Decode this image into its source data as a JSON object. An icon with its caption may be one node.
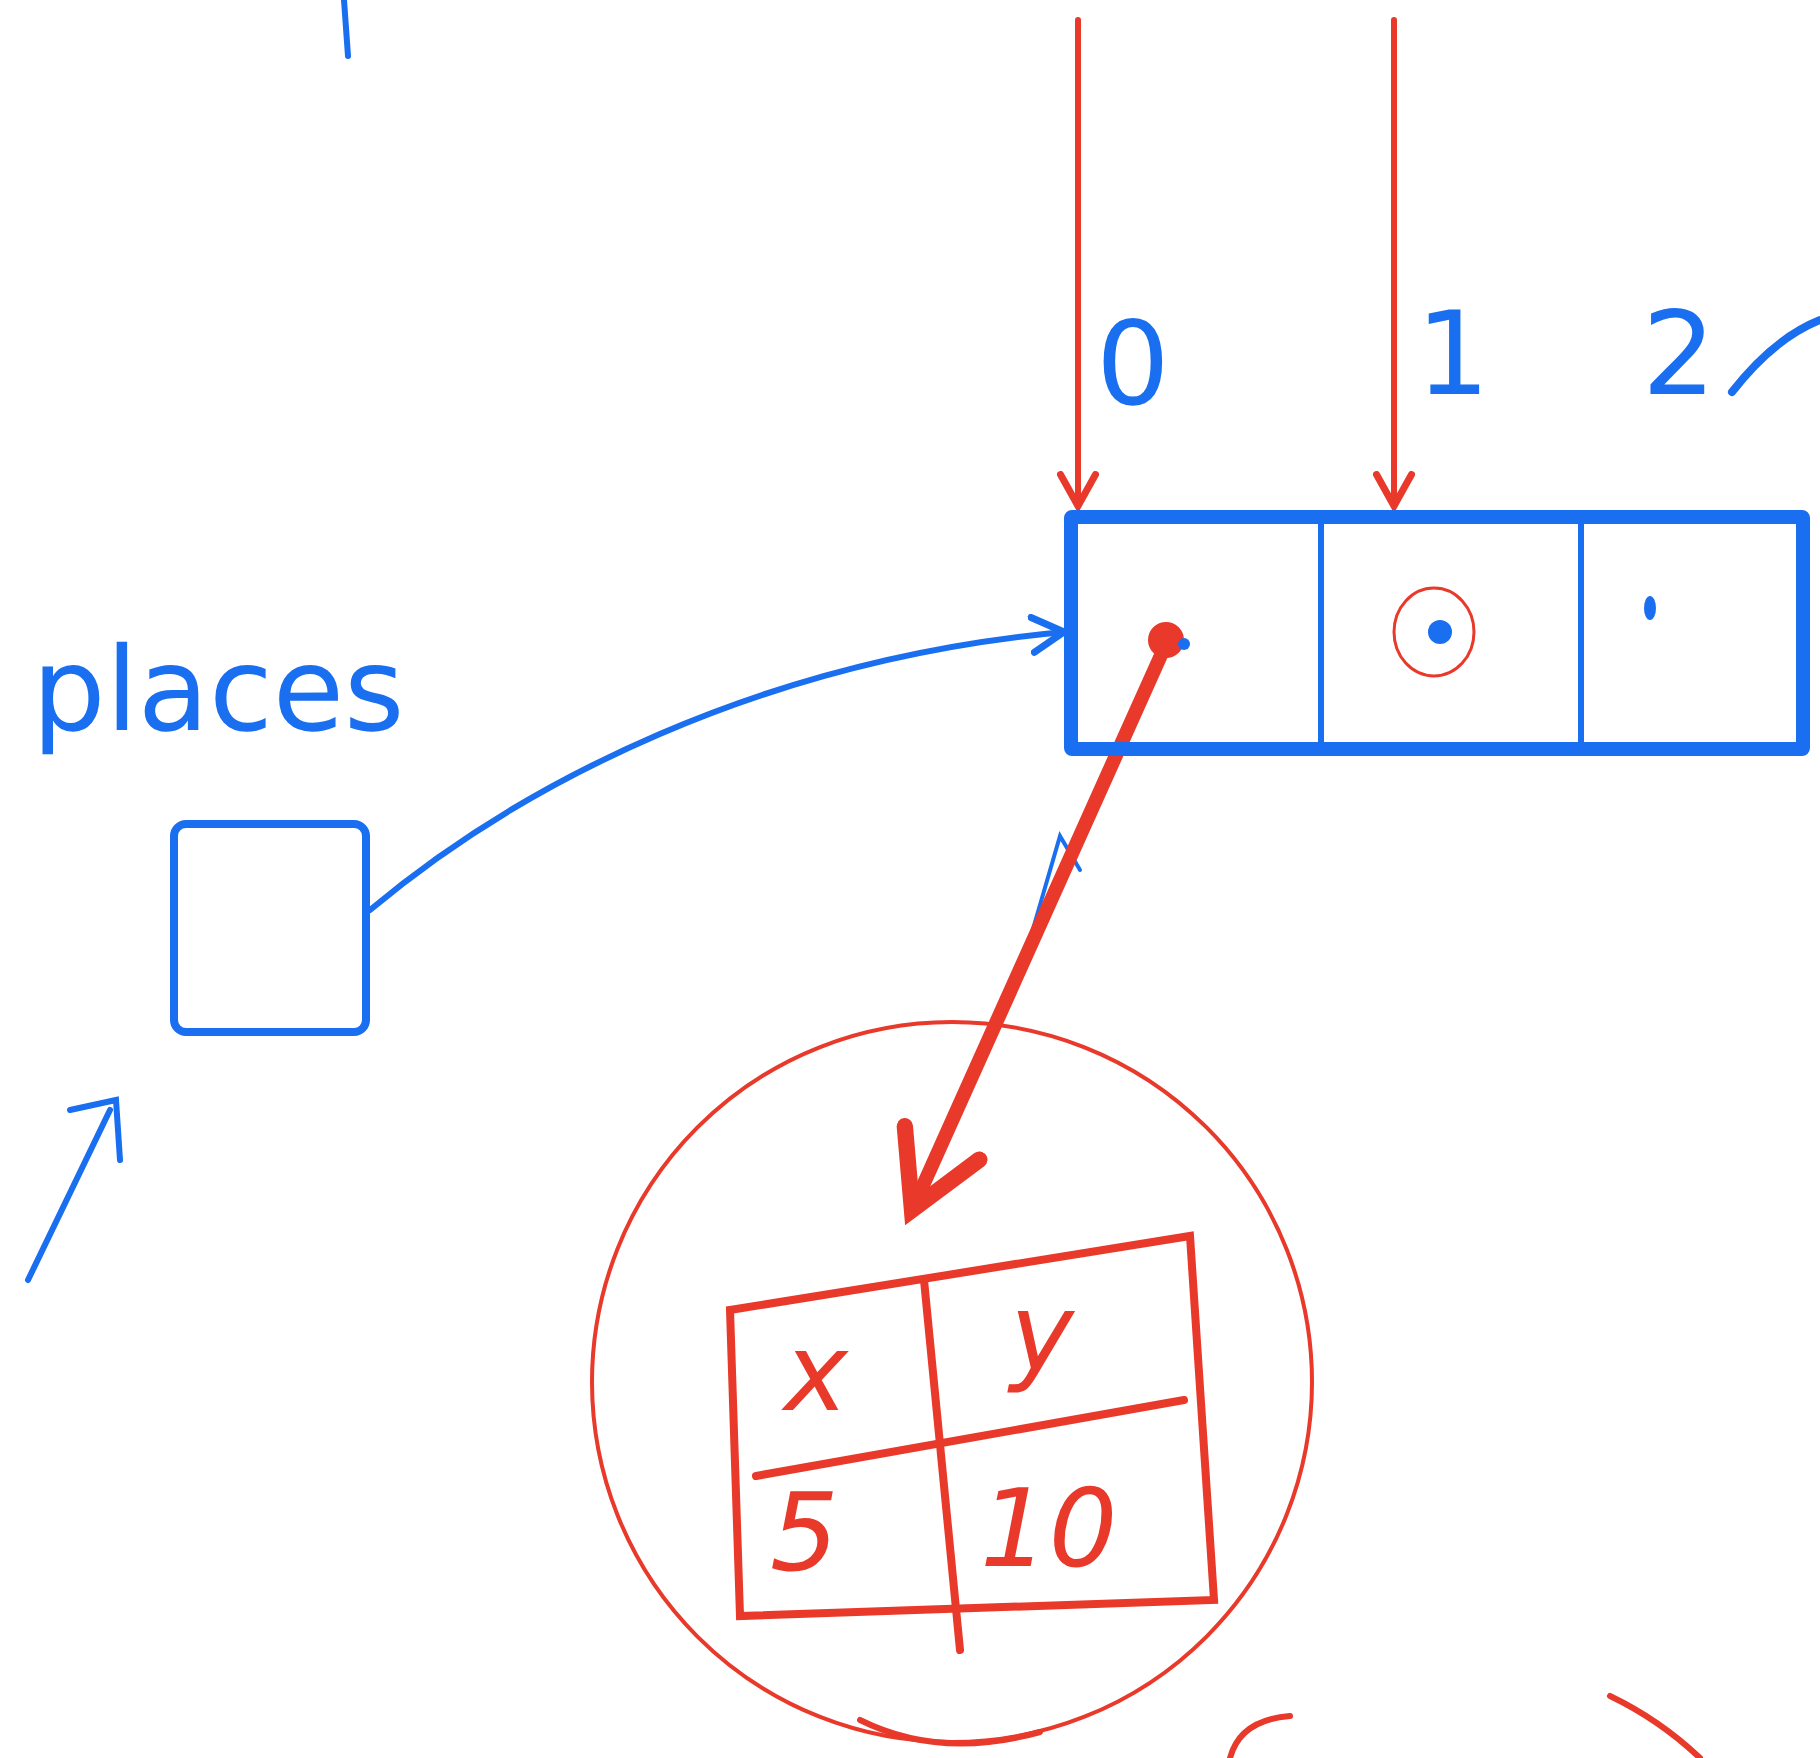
{
  "diagram": {
    "nodes": [
      {
        "text": [
          "places"
        ]
      },
      {
        "text": [],
        "shape": "box"
      },
      {
        "text": [],
        "shape": "box",
        "in": 1,
        "beside": [
          "0"
        ]
      },
      {
        "text": [],
        "shape": "box",
        "in": 1,
        "beside": [
          "1"
        ]
      },
      {
        "text": [],
        "shape": "box",
        "in": 1,
        "beside": [
          "2"
        ]
      },
      {
        "text": [],
        "shape": "circle"
      }
    ],
    "edges": [
      {
        "from": 0,
        "to": 1,
        "arrow": "to",
        "color": "#1a6ff0"
      },
      {
        "from": null,
        "to": 2,
        "arrow": "to",
        "color": "#e8392a"
      },
      {
        "from": null,
        "to": 3,
        "arrow": "to",
        "color": "#e8392a"
      },
      {
        "from": 2,
        "to": 5,
        "arrow": "to",
        "style": "thick",
        "color": "#e8392a"
      }
    ],
    "labels": [
      "x",
      "y",
      "5",
      "10"
    ]
  }
}
